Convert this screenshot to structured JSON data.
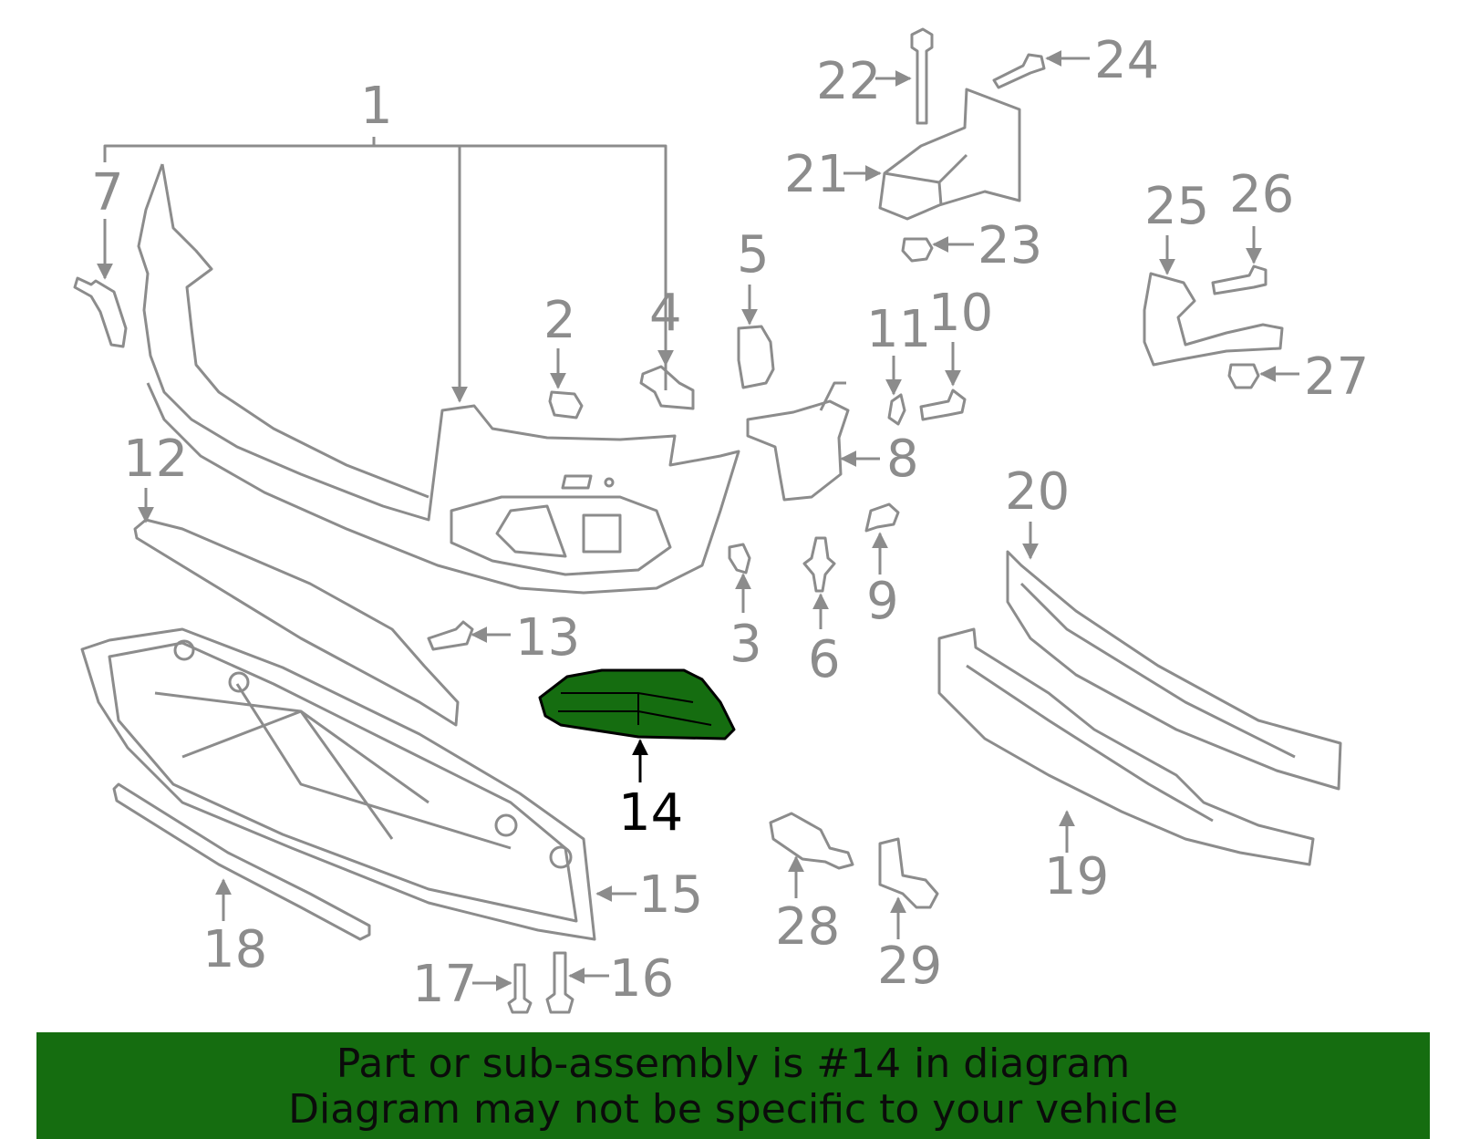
{
  "highlight_color": "#156d10",
  "line_color": "#8c8c8c",
  "highlight_text_color": "#000000",
  "callouts": [
    "1",
    "2",
    "3",
    "4",
    "5",
    "6",
    "7",
    "8",
    "9",
    "10",
    "11",
    "12",
    "13",
    "14",
    "15",
    "16",
    "17",
    "18",
    "19",
    "20",
    "21",
    "22",
    "23",
    "24",
    "25",
    "26",
    "27",
    "28",
    "29"
  ],
  "highlighted_part": "14",
  "banner": {
    "line1": "Part or sub-assembly is #14 in diagram",
    "line2": "Diagram may not be specific to your vehicle"
  }
}
